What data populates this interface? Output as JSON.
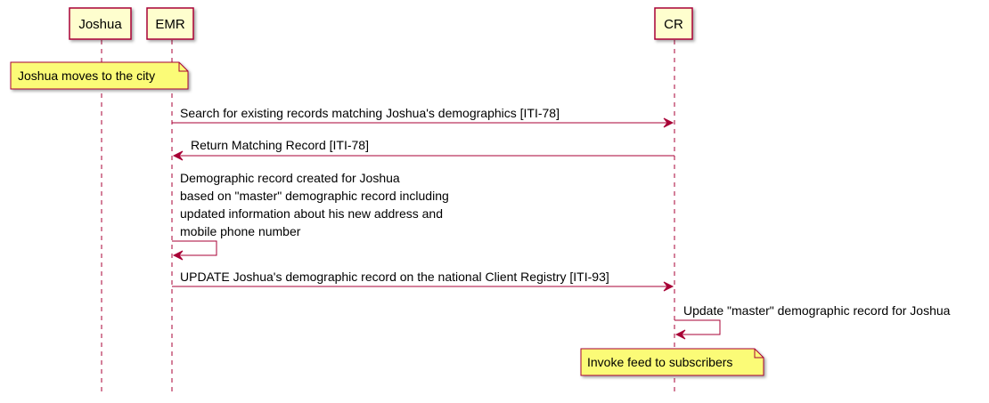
{
  "participants": {
    "joshua": "Joshua",
    "emr": "EMR",
    "cr": "CR"
  },
  "notes": {
    "moves": "Joshua moves to the city",
    "feed": "Invoke feed to subscribers"
  },
  "messages": {
    "search": "Search for existing records matching Joshua's demographics [ITI-78]",
    "return": "Return Matching Record [ITI-78]",
    "created": [
      "Demographic record created for Joshua",
      "based on \"master\" demographic record including",
      "updated information about his new address and",
      "mobile phone number"
    ],
    "update": "UPDATE Joshua's demographic record on the national Client Registry [ITI-93]",
    "master_update": "Update \"master\" demographic record for Joshua"
  },
  "colors": {
    "participant_fill": "#FEFECE",
    "participant_border": "#A80036",
    "note_fill": "#FBFB77",
    "arrow": "#A80036"
  }
}
